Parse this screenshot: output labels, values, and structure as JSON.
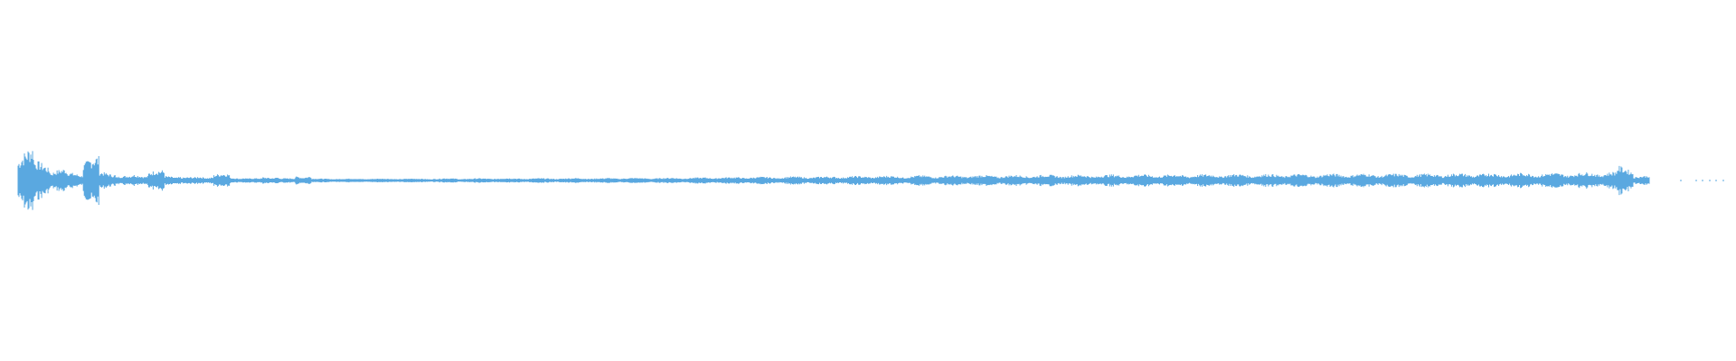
{
  "waveform": {
    "color": "#5aa8e0",
    "background": "#ffffff",
    "envelope": [
      0.96,
      0.55,
      0.32,
      0.22,
      0.68,
      0.24,
      0.12,
      0.16,
      0.28,
      0.12,
      0.08,
      0.1,
      0.18,
      0.07,
      0.05,
      0.09,
      0.05,
      0.12,
      0.04,
      0.04,
      0.04,
      0.04,
      0.04,
      0.04,
      0.04,
      0.04,
      0.05,
      0.04,
      0.05,
      0.05,
      0.05,
      0.05,
      0.05,
      0.05,
      0.06,
      0.05,
      0.06,
      0.06,
      0.06,
      0.06,
      0.07,
      0.07,
      0.08,
      0.08,
      0.09,
      0.09,
      0.09,
      0.1,
      0.1,
      0.1,
      0.11,
      0.11,
      0.12,
      0.12,
      0.12,
      0.13,
      0.13,
      0.13,
      0.14,
      0.14,
      0.14,
      0.14,
      0.15,
      0.15,
      0.15,
      0.15,
      0.15,
      0.16,
      0.16,
      0.16,
      0.16,
      0.16,
      0.16,
      0.17,
      0.17,
      0.17,
      0.17,
      0.17,
      0.17,
      0.17,
      0.18,
      0.18,
      0.18,
      0.18,
      0.18,
      0.18,
      0.18,
      0.19,
      0.19,
      0.19,
      0.19,
      0.19,
      0.2,
      0.2,
      0.2,
      0.21,
      0.22,
      0.24,
      0.4,
      0.12
    ]
  }
}
